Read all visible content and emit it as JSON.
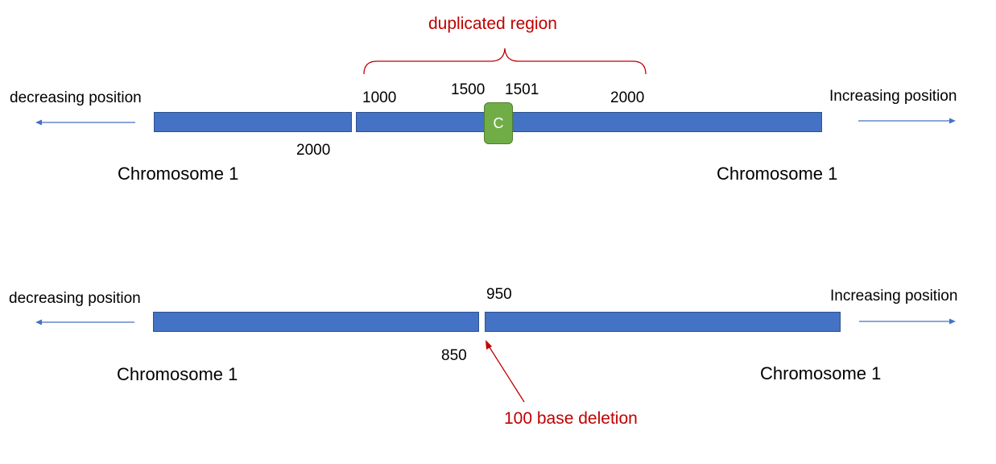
{
  "top": {
    "duplicated_label": "duplicated region",
    "left_direction": "decreasing position",
    "right_direction": "Increasing position",
    "left_junction": "2000",
    "pos_1000": "1000",
    "pos_1500": "1500",
    "pos_1501": "1501",
    "pos_2000": "2000",
    "marker": "C",
    "left_chromosome": "Chromosome 1",
    "right_chromosome": "Chromosome 1"
  },
  "bottom": {
    "left_direction": "decreasing position",
    "right_direction": "Increasing position",
    "pos_950": "950",
    "pos_850": "850",
    "left_chromosome": "Chromosome 1",
    "right_chromosome": "Chromosome 1",
    "deletion_label": "100 base deletion"
  },
  "colors": {
    "bar": "#4472c4",
    "marker": "#70ad47",
    "annotation": "#c00000",
    "arrow": "#4472c4"
  }
}
